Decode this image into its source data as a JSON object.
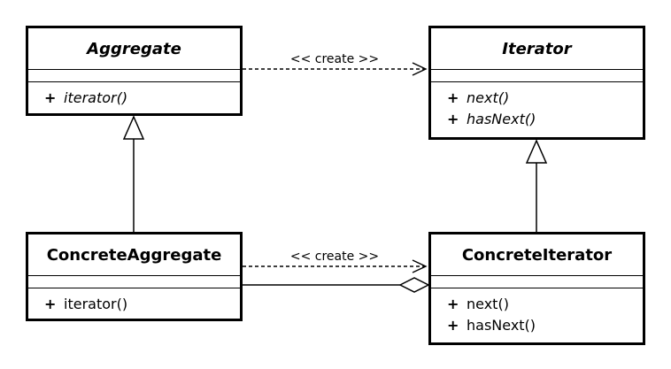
{
  "classes": {
    "aggregate": {
      "name": "Aggregate",
      "abstract": true,
      "operations": [
        {
          "visibility": "+",
          "signature": "iterator()",
          "abstract": true
        }
      ]
    },
    "iterator": {
      "name": "Iterator",
      "abstract": true,
      "operations": [
        {
          "visibility": "+",
          "signature": "next()",
          "abstract": true
        },
        {
          "visibility": "+",
          "signature": "hasNext()",
          "abstract": true
        }
      ]
    },
    "concrete_aggregate": {
      "name": "ConcreteAggregate",
      "abstract": false,
      "operations": [
        {
          "visibility": "+",
          "signature": "iterator()",
          "abstract": false
        }
      ]
    },
    "concrete_iterator": {
      "name": "ConcreteIterator",
      "abstract": false,
      "operations": [
        {
          "visibility": "+",
          "signature": "next()",
          "abstract": false
        },
        {
          "visibility": "+",
          "signature": "hasNext()",
          "abstract": false
        }
      ]
    }
  },
  "relations": {
    "aggregate_creates_iterator": {
      "type": "dependency",
      "label": "<< create >>"
    },
    "concrete_creates_concrete": {
      "type": "dependency",
      "label": "<< create >>"
    },
    "concrete_aggregate_generalizes": {
      "type": "generalization"
    },
    "concrete_iterator_generalizes": {
      "type": "generalization"
    },
    "aggregation": {
      "type": "aggregation"
    }
  }
}
